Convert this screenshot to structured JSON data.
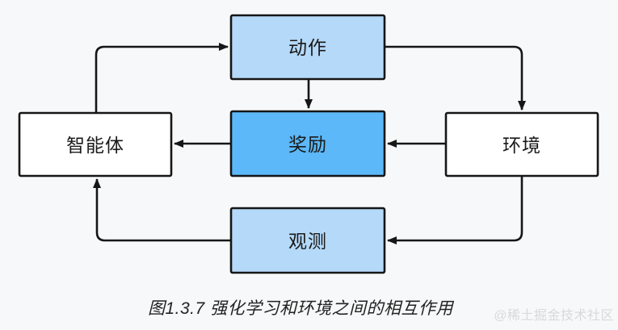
{
  "figure": {
    "caption": "图1.3.7 强化学习和环境之间的相互作用",
    "watermark": "@稀土掘金技术社区"
  },
  "diagram": {
    "type": "flowchart",
    "nodes": [
      {
        "id": "agent",
        "label": "智能体",
        "fill": "#FFFFFF"
      },
      {
        "id": "action",
        "label": "动作",
        "fill": "#B5D9F8"
      },
      {
        "id": "reward",
        "label": "奖励",
        "fill": "#5CB8F8"
      },
      {
        "id": "observation",
        "label": "观测",
        "fill": "#B5D9F8"
      },
      {
        "id": "environment",
        "label": "环境",
        "fill": "#FFFFFF"
      }
    ],
    "edges": [
      {
        "from": "agent",
        "to": "action"
      },
      {
        "from": "action",
        "to": "environment"
      },
      {
        "from": "action",
        "to": "reward"
      },
      {
        "from": "environment",
        "to": "reward"
      },
      {
        "from": "reward",
        "to": "agent"
      },
      {
        "from": "environment",
        "to": "observation"
      },
      {
        "from": "observation",
        "to": "agent"
      }
    ]
  },
  "colors": {
    "background": "#F7F8F9",
    "border": "#161616",
    "arrow": "#161616",
    "node_light_blue": "#B5D9F8",
    "node_accent_blue": "#5CB8F8",
    "node_white": "#FFFFFF",
    "caption_text": "#222222",
    "watermark_text": "#D9D9D9"
  }
}
